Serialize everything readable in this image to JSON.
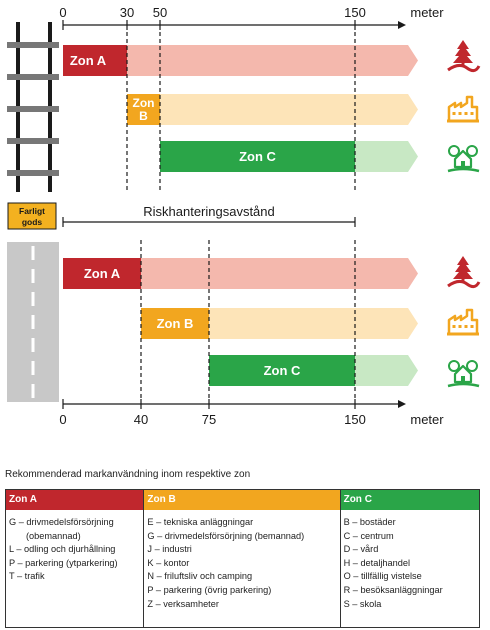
{
  "colors": {
    "zone_a": "#c0272d",
    "zone_a_light": "#f4b8ad",
    "zone_b": "#f2a61f",
    "zone_b_light": "#fde4b8",
    "zone_c": "#2aa548",
    "zone_c_light": "#c8e8c4",
    "rail": "#777777",
    "road": "#c8c8c8",
    "label_box": "#f3b120"
  },
  "top_axis": {
    "unit": "meter",
    "ticks": [
      "0",
      "30",
      "50",
      "150"
    ],
    "scale": {
      "0": 0,
      "30": 30,
      "50": 50,
      "150": 150
    }
  },
  "bottom_axis": {
    "unit": "meter",
    "ticks": [
      "0",
      "40",
      "75",
      "150"
    ]
  },
  "rail_section": {
    "type": "railway",
    "bars": [
      {
        "label": "Zon A",
        "start": 0,
        "end": 30
      },
      {
        "label": "Zon B",
        "start": 30,
        "end": 50
      },
      {
        "label": "Zon C",
        "start": 50,
        "end": 150
      }
    ]
  },
  "road_section": {
    "type": "road",
    "bars": [
      {
        "label": "Zon A",
        "start": 0,
        "end": 40
      },
      {
        "label": "Zon B",
        "start": 40,
        "end": 75
      },
      {
        "label": "Zon C",
        "start": 75,
        "end": 150
      }
    ]
  },
  "hazard_label": "Farligt gods",
  "hazard_label_lines": [
    "Farligt",
    "gods"
  ],
  "risk_distance_label": "Riskhanteringsavstånd",
  "icons": [
    "nature-icon",
    "industry-icon",
    "residential-icon"
  ],
  "recommendation_title": "Rekommenderad markanvändning inom respektive zon",
  "table": {
    "columns": [
      {
        "header": "Zon A",
        "color": "#c0272d",
        "items": [
          {
            "text": "G – drivmedelsförsörjning",
            "cont": false
          },
          {
            "text": "(obemannad)",
            "cont": true
          },
          {
            "text": "L – odling och djurhållning",
            "cont": false
          },
          {
            "text": "P – parkering (ytparkering)",
            "cont": false
          },
          {
            "text": "T – trafik",
            "cont": false
          }
        ]
      },
      {
        "header": "Zon B",
        "color": "#f2a61f",
        "items": [
          {
            "text": "E – tekniska anläggningar",
            "cont": false
          },
          {
            "text": "G – drivmedelsförsörjning (bemannad)",
            "cont": false
          },
          {
            "text": "J – industri",
            "cont": false
          },
          {
            "text": "K – kontor",
            "cont": false
          },
          {
            "text": "N – friluftsliv och camping",
            "cont": false
          },
          {
            "text": "P – parkering (övrig parkering)",
            "cont": false
          },
          {
            "text": "Z – verksamheter",
            "cont": false
          }
        ]
      },
      {
        "header": "Zon C",
        "color": "#2aa548",
        "items": [
          {
            "text": "B – bostäder",
            "cont": false
          },
          {
            "text": "C – centrum",
            "cont": false
          },
          {
            "text": "D – vård",
            "cont": false
          },
          {
            "text": "H – detaljhandel",
            "cont": false
          },
          {
            "text": "O – tillfällig vistelse",
            "cont": false
          },
          {
            "text": "R – besöksanläggningar",
            "cont": false
          },
          {
            "text": "S – skola",
            "cont": false
          }
        ]
      }
    ]
  }
}
